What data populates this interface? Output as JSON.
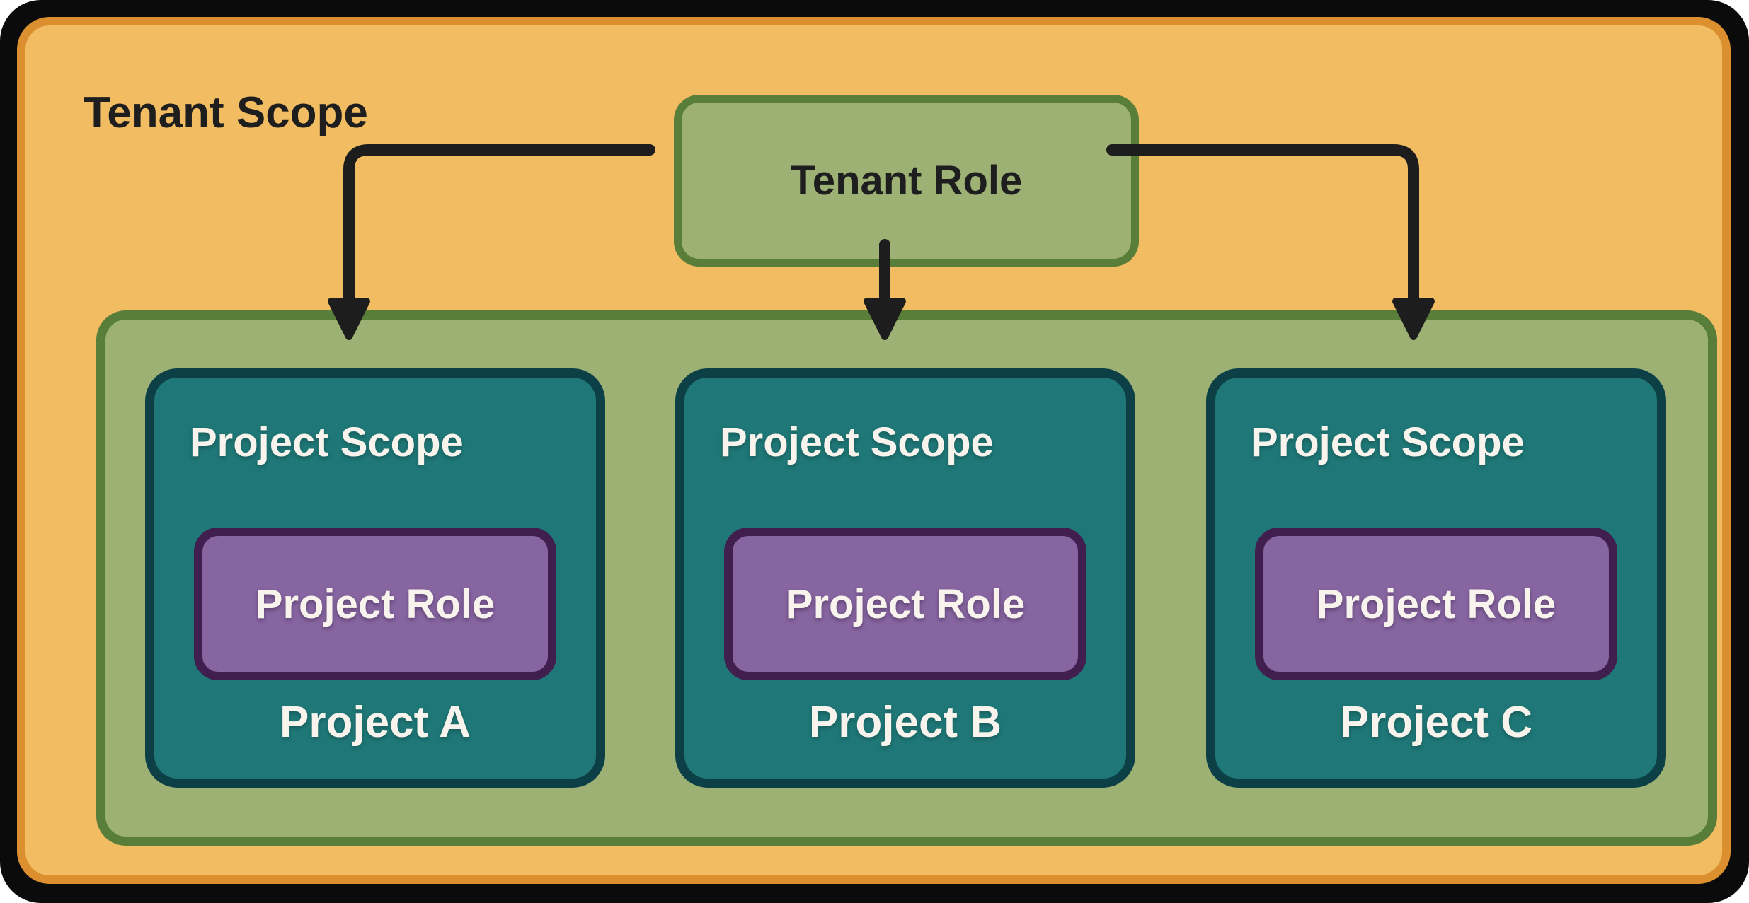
{
  "diagram": {
    "tenant_scope_label": "Tenant Scope",
    "tenant_role_label": "Tenant Role",
    "projects": [
      {
        "scope_label": "Project Scope",
        "role_label": "Project Role",
        "name": "Project A"
      },
      {
        "scope_label": "Project Scope",
        "role_label": "Project Role",
        "name": "Project B"
      },
      {
        "scope_label": "Project Scope",
        "role_label": "Project Role",
        "name": "Project C"
      }
    ],
    "colors": {
      "canvas": "#0b0b0b",
      "tenant_fill": "#F2BC63",
      "tenant_border": "#DC8F2E",
      "green_fill": "#9DB175",
      "green_border": "#587E3A",
      "teal_fill": "#1F7877",
      "teal_border": "#0C4046",
      "purple_fill": "#8765A1",
      "purple_border": "#401E4E",
      "arrow": "#1d1d1d",
      "text_dark": "#1e1e1e",
      "text_light": "#F8F4ED"
    }
  }
}
